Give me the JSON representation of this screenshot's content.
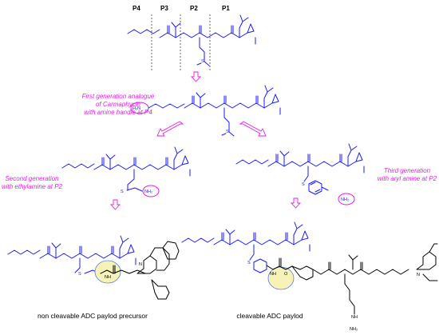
{
  "positions": [
    "P4",
    "P3",
    "P2",
    "P1"
  ],
  "captions": {
    "first": [
      "First generation analogue",
      "of Carmaphycin",
      "with amine handle at P4"
    ],
    "second": [
      "Second generation",
      "with ethylamine at P2"
    ],
    "third": [
      "Third generation",
      "with aryl amine at P2"
    ]
  },
  "labels": {
    "non_cleavable": "non cleavable ADC paylod precursor",
    "cleavable": "cleavable ADC paylod"
  },
  "atoms": {
    "N": "N",
    "H": "H",
    "O": "O",
    "S": "S",
    "NH": "NH",
    "NH2": "NH₂",
    "H2N": "H₂N",
    "NH2sub": "NH₂"
  },
  "colors": {
    "structure": "#1a1aff",
    "linker": "#000000",
    "caption": "#e61ee6",
    "highlight": "#f6f2b8"
  }
}
